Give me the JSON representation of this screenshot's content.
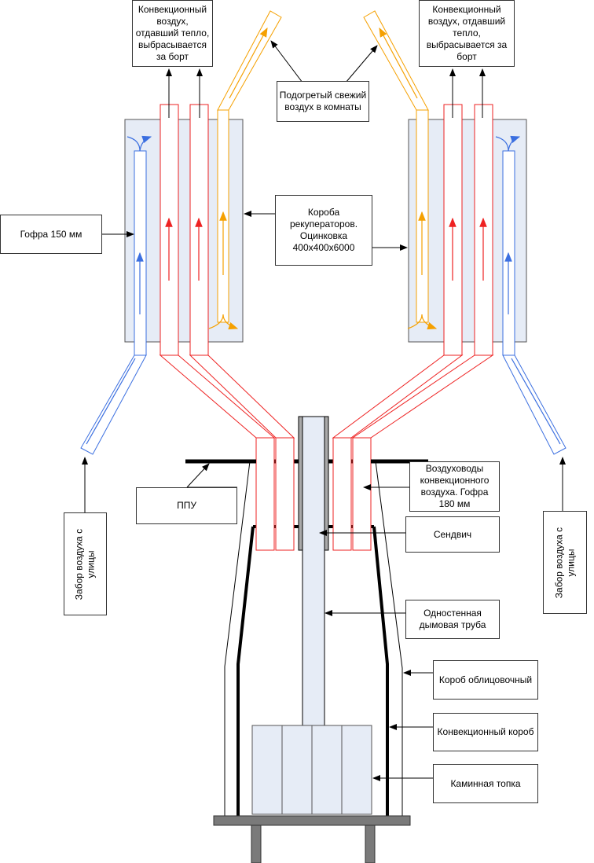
{
  "labels": {
    "exhaust_left": "Конвекционный воздух, отдавший тепло, выбрасывается за борт",
    "exhaust_right": "Конвекционный воздух, отдавший тепло, выбрасывается за борт",
    "heated_air": "Подогретый свежий воздух в комнаты",
    "gofra150": "Гофра 150 мм",
    "recuperator_boxes": "Короба рекуператоров. Оцинковка 400x400x6000",
    "ppu": "ППУ",
    "intake_left": "Забор воздуха с улицы",
    "intake_right": "Забор воздуха с улицы",
    "convection_ducts": "Воздуховоды конвекционного воздуха. Гофра 180 мм",
    "sandwich": "Сендвич",
    "single_wall_flue": "Одностенная дымовая труба",
    "cladding_box": "Короб облицовочный",
    "convection_box": "Конвекционный короб",
    "firebox": "Каминная топка"
  },
  "colors": {
    "cold_air": "#3b6fe0",
    "hot_air": "#ee2222",
    "heated_air": "#f5a000",
    "box_fill": "#e6ecf6",
    "base": "#7a7a7a"
  }
}
